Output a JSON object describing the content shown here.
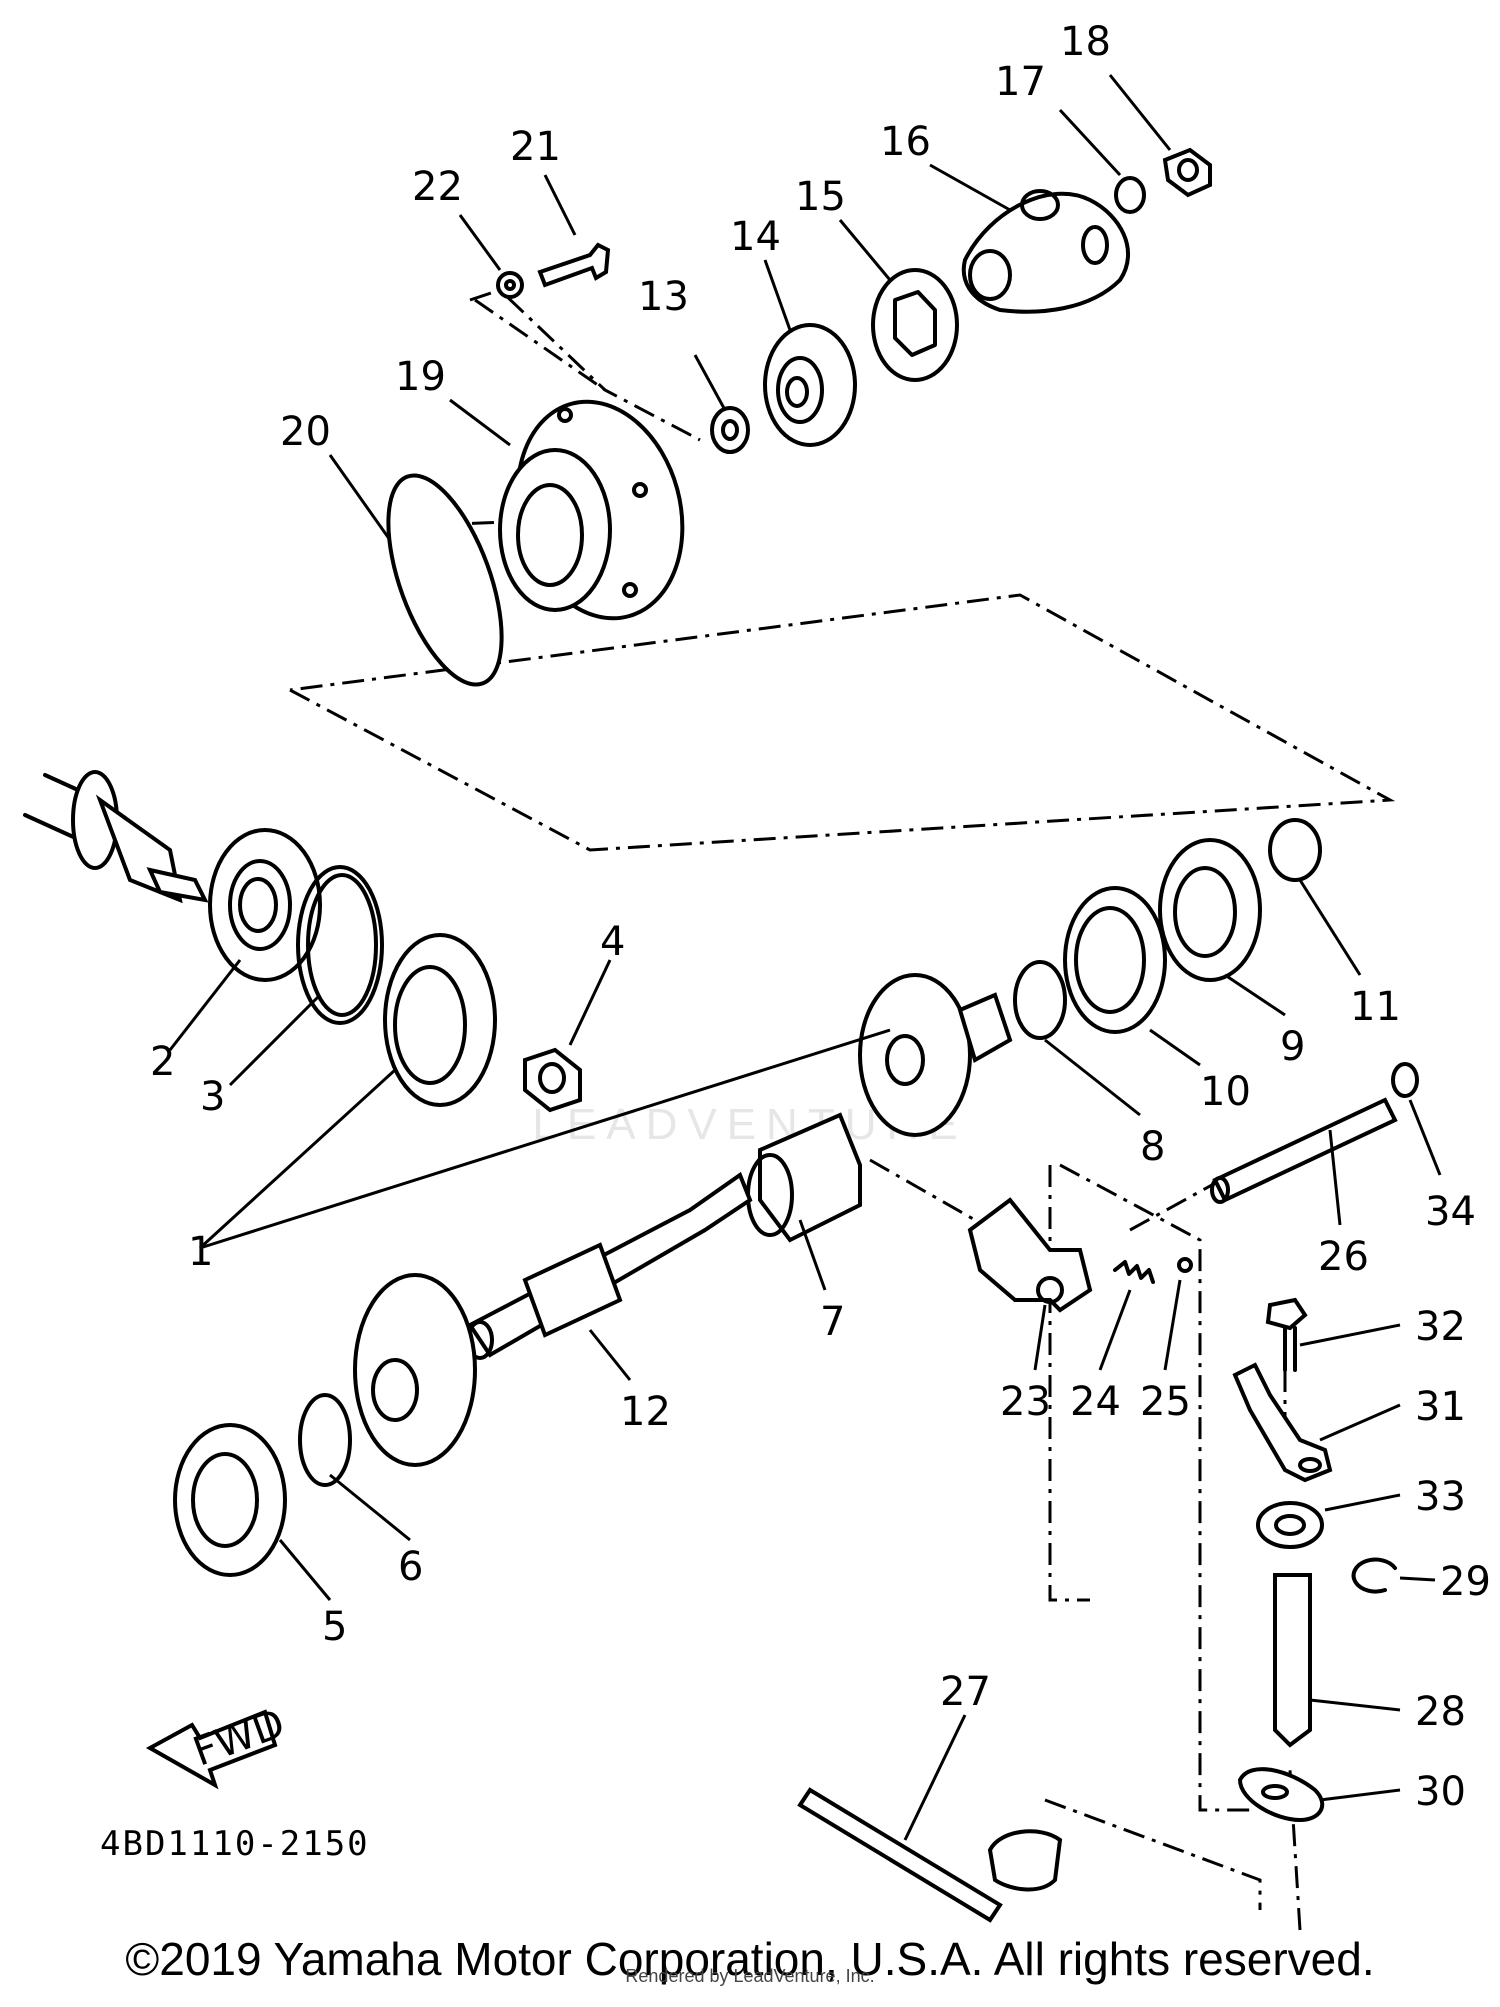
{
  "parts": [
    {
      "label": "1"
    },
    {
      "label": "2"
    },
    {
      "label": "3"
    },
    {
      "label": "4"
    },
    {
      "label": "5"
    },
    {
      "label": "6"
    },
    {
      "label": "7"
    },
    {
      "label": "8"
    },
    {
      "label": "9"
    },
    {
      "label": "10"
    },
    {
      "label": "11"
    },
    {
      "label": "12"
    },
    {
      "label": "13"
    },
    {
      "label": "14"
    },
    {
      "label": "15"
    },
    {
      "label": "16"
    },
    {
      "label": "17"
    },
    {
      "label": "18"
    },
    {
      "label": "19"
    },
    {
      "label": "20"
    },
    {
      "label": "21"
    },
    {
      "label": "22"
    },
    {
      "label": "23"
    },
    {
      "label": "24"
    },
    {
      "label": "25"
    },
    {
      "label": "26"
    },
    {
      "label": "27"
    },
    {
      "label": "28"
    },
    {
      "label": "29"
    },
    {
      "label": "30"
    },
    {
      "label": "31"
    },
    {
      "label": "32"
    },
    {
      "label": "33"
    },
    {
      "label": "34"
    }
  ],
  "fwd_label": "FWD",
  "diagram_code": "4BD1110-2150",
  "copyright": "©2019 Yamaha Motor Corporation, U.S.A. All rights reserved.",
  "rendered_by": "Rendered by LeadVenture, Inc.",
  "watermark": "LEADVENTURE"
}
